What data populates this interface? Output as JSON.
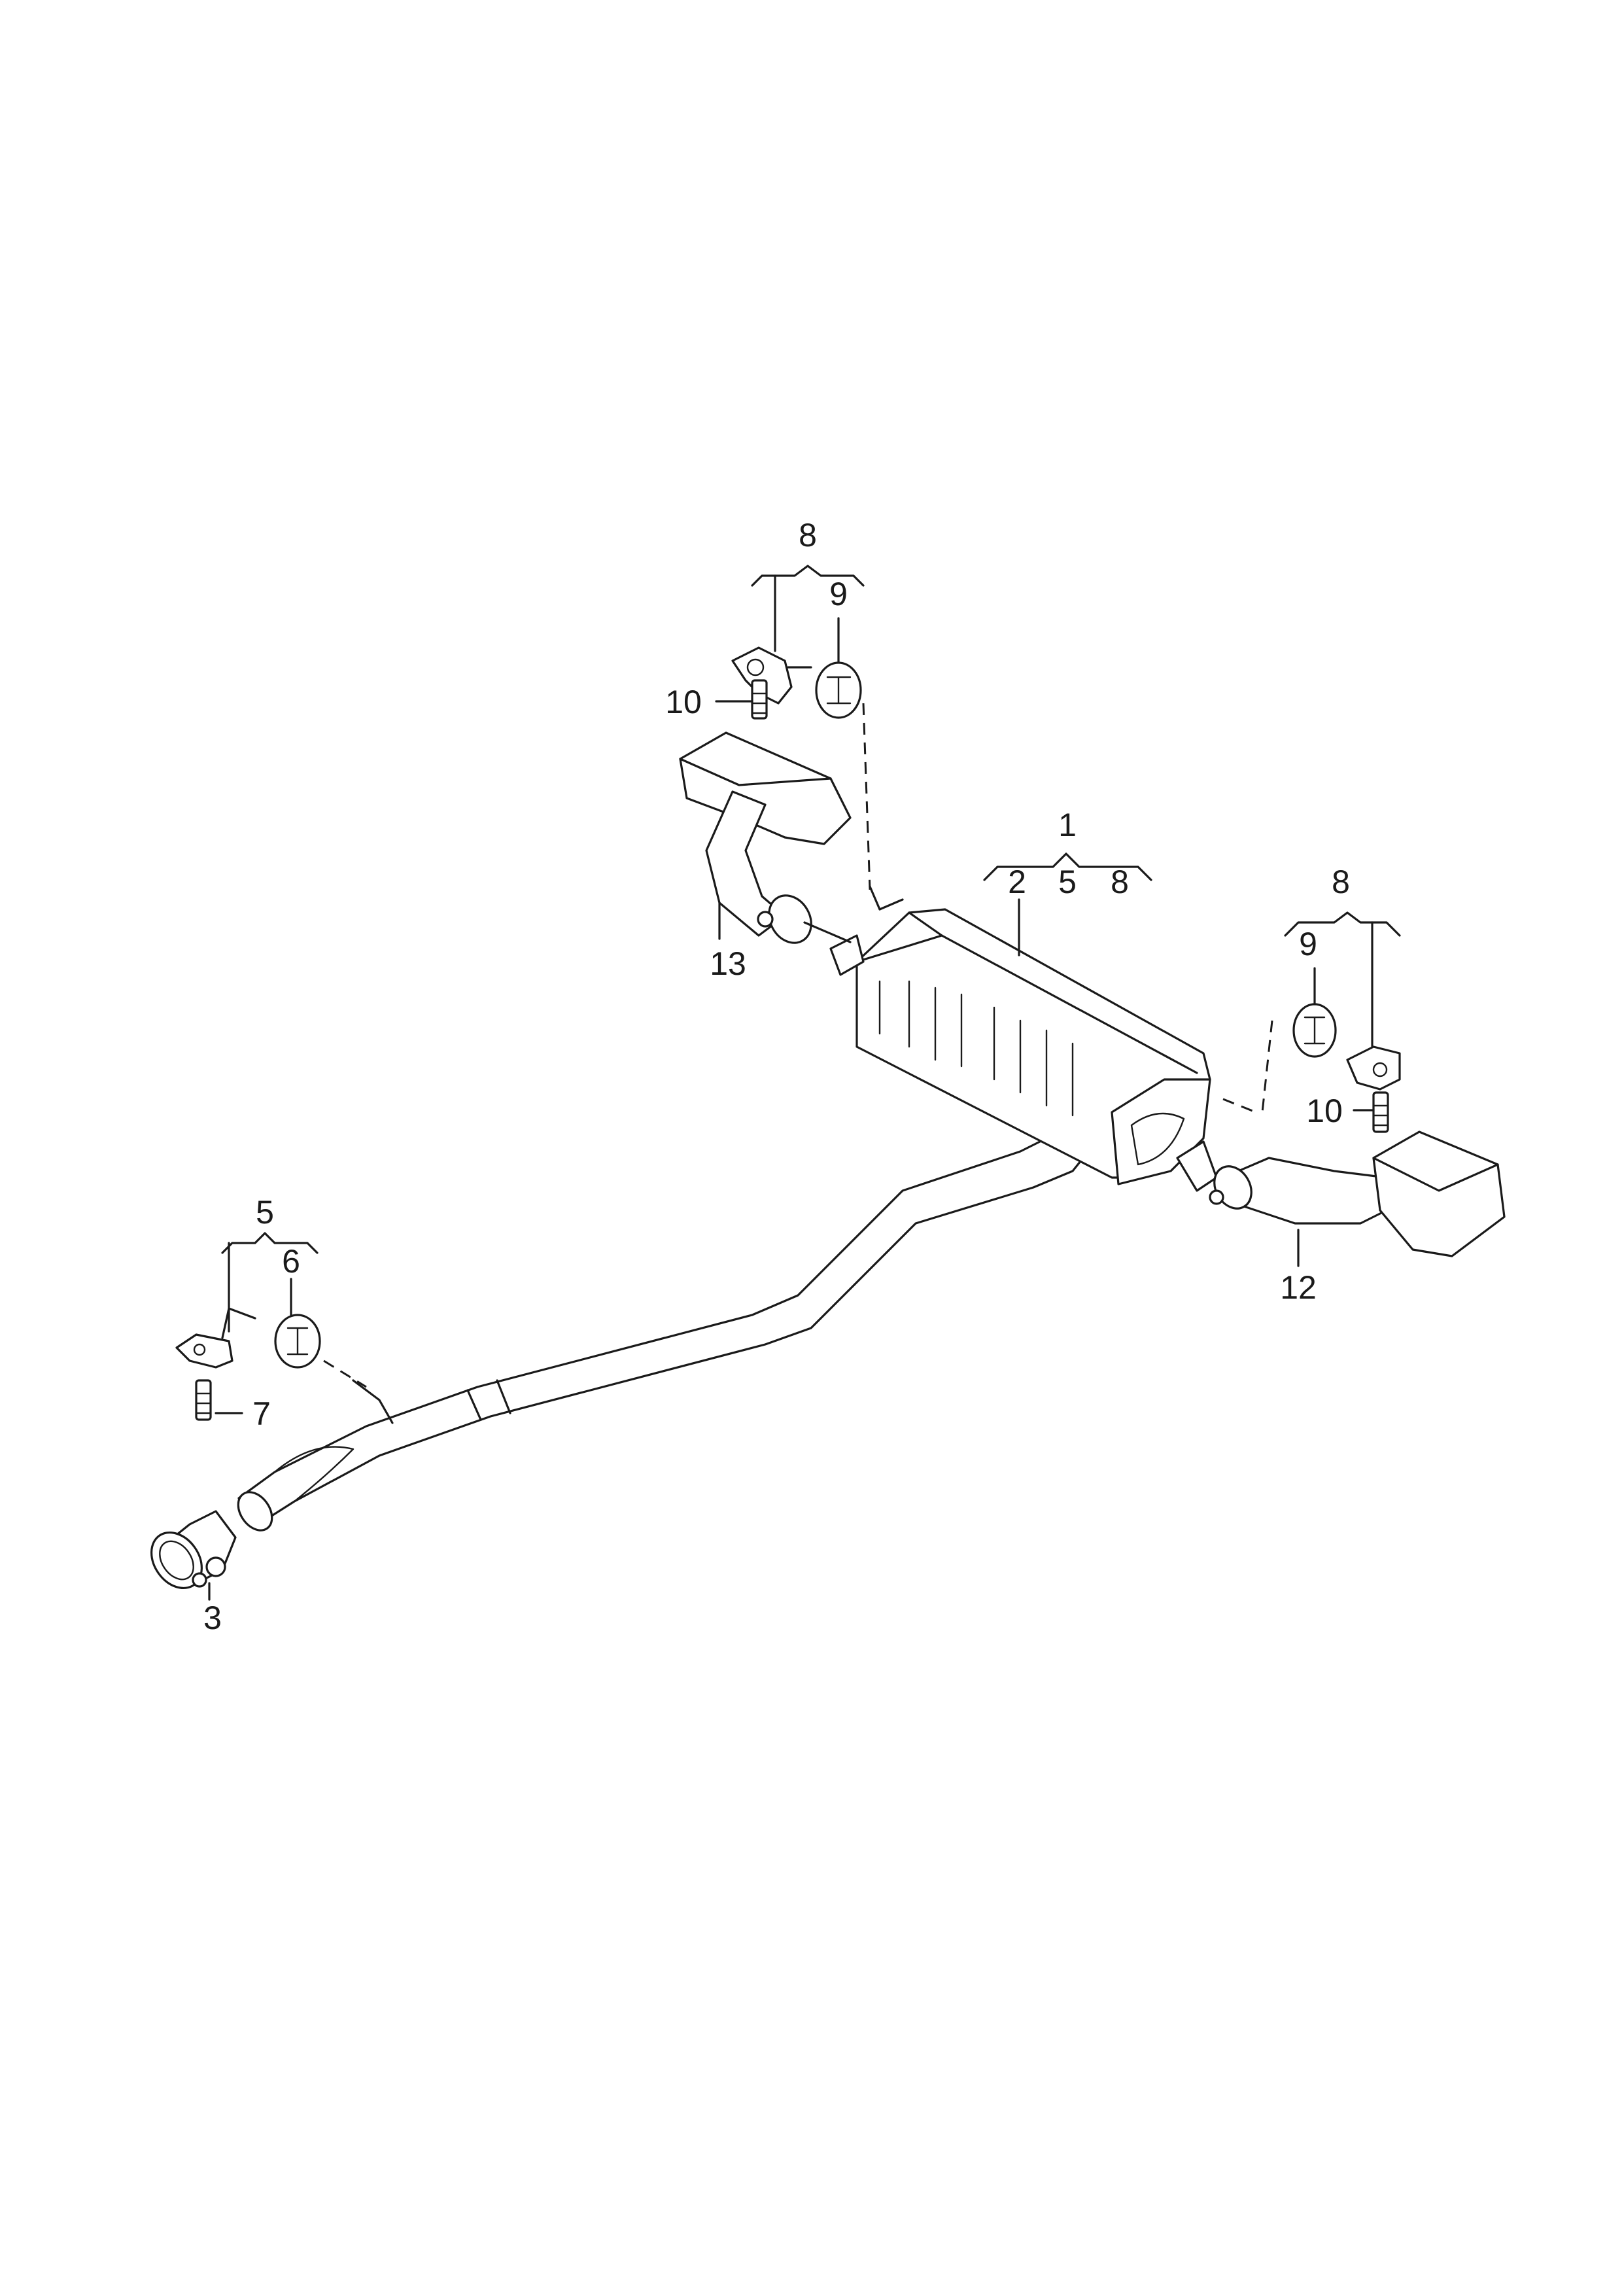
{
  "callouts": {
    "c1": "1",
    "c2": "2",
    "c3": "3",
    "c5_top": "5",
    "c5_left": "5",
    "c6": "6",
    "c7": "7",
    "c8_top": "8",
    "c8_mid": "8",
    "c8_right": "8",
    "c9_left": "9",
    "c9_right": "9",
    "c10_left": "10",
    "c10_right": "10",
    "c12": "12",
    "c13": "13"
  }
}
